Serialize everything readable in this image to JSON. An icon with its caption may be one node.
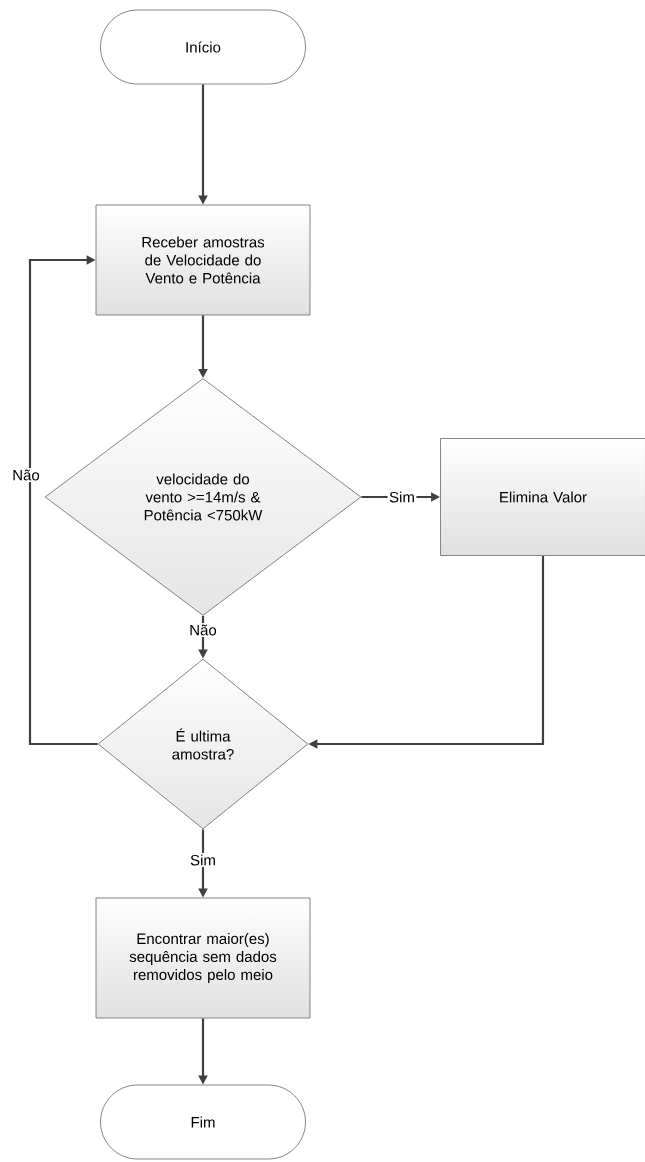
{
  "diagram": {
    "nodes": [
      {
        "text": [
          "Início"
        ]
      },
      {
        "text": [
          "Receber amostras de Velocidade do Vento e Potência"
        ]
      },
      {
        "text": [
          "velocidade do vento >=14m/s & Potência <750kW"
        ]
      },
      {
        "text": [
          "Elimina Valor"
        ]
      },
      {
        "text": [
          "É ultima amostra?"
        ]
      },
      {
        "text": [
          "Encontrar maior(es) sequência sem dados removidos pelo meio"
        ]
      },
      {
        "text": [
          "Fim"
        ]
      }
    ],
    "edges": [
      {
        "from": 0,
        "to": 1,
        "arrow": "to"
      },
      {
        "from": 1,
        "to": 2,
        "arrow": "to"
      },
      {
        "from": 2,
        "to": 3,
        "arrow": "to",
        "label": "Sim"
      },
      {
        "from": 2,
        "to": 4,
        "arrow": "to",
        "label": "Não"
      },
      {
        "from": 3,
        "to": 4,
        "arrow": "to"
      },
      {
        "from": 4,
        "to": 1,
        "arrow": "to",
        "label": "Não"
      },
      {
        "from": 4,
        "to": 5,
        "arrow": "to",
        "label": "Sim"
      },
      {
        "from": 5,
        "to": 6,
        "arrow": "to"
      }
    ]
  }
}
